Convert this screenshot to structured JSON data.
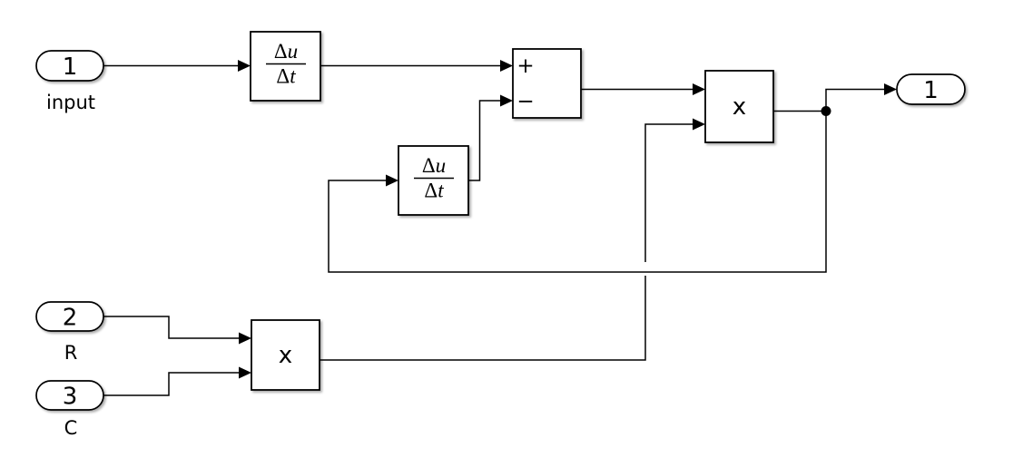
{
  "colors": {
    "background": "#ffffff",
    "block_fill": "#ffffff",
    "line_color": "#000000"
  },
  "ports": {
    "inport1": {
      "number": "1",
      "label": "input"
    },
    "inport2": {
      "number": "2",
      "label": "R"
    },
    "inport3": {
      "number": "3",
      "label": "C"
    },
    "outport1": {
      "number": "1"
    }
  },
  "blocks": {
    "derivative1": {
      "numerator_symbol": "Δ",
      "numerator_var": "u",
      "denominator_symbol": "Δ",
      "denominator_var": "t"
    },
    "derivative2": {
      "numerator_symbol": "Δ",
      "numerator_var": "u",
      "denominator_symbol": "Δ",
      "denominator_var": "t"
    },
    "sum": {
      "plus_sign": "+",
      "minus_sign": "−"
    },
    "product_top": {
      "label": "x"
    },
    "product_bottom": {
      "label": "x"
    }
  }
}
